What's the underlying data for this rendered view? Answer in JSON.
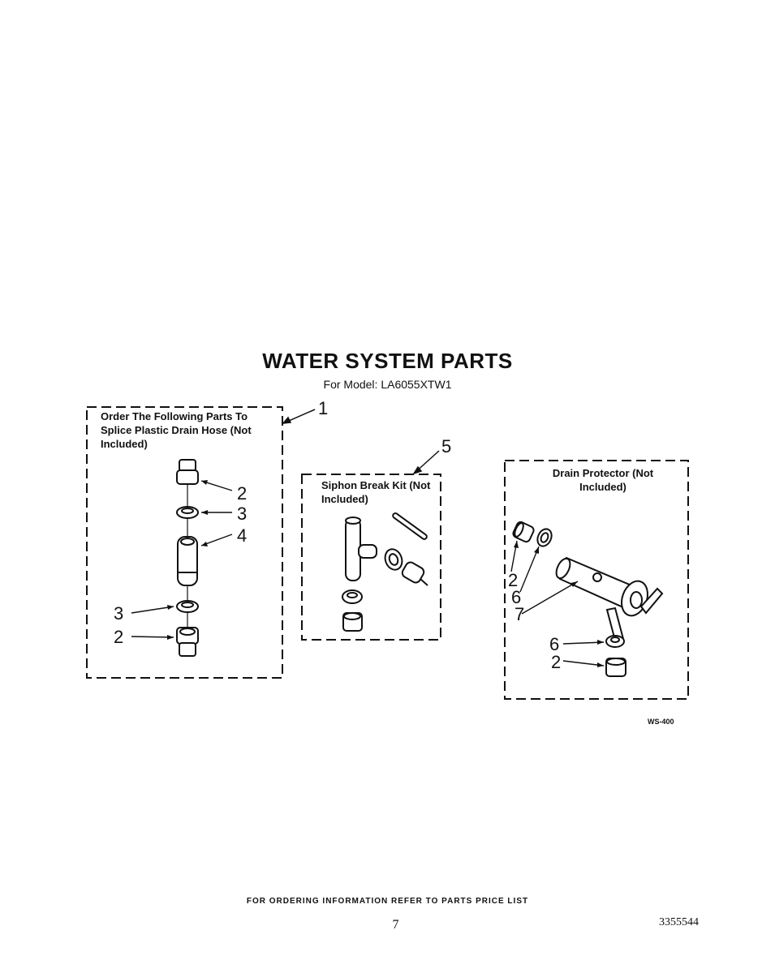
{
  "page": {
    "title": "WATER SYSTEM PARTS",
    "subtitle": "For Model: LA6055XTW1",
    "diagram_code": "WS-400",
    "footer_note": "FOR ORDERING INFORMATION REFER TO PARTS PRICE LIST",
    "page_number": "7",
    "doc_number": "3355544"
  },
  "groups": {
    "splice": {
      "callout": "1",
      "label": "Order The Following Parts To Splice Plastic Drain Hose (Not Included)",
      "part_callouts": [
        "2",
        "3",
        "4",
        "3",
        "2"
      ]
    },
    "siphon": {
      "callout": "5",
      "label": "Siphon Break Kit (Not Included)"
    },
    "drain_protector": {
      "label": "Drain Protector (Not Included)",
      "part_callouts": [
        "2",
        "6",
        "7",
        "6",
        "2"
      ]
    }
  }
}
